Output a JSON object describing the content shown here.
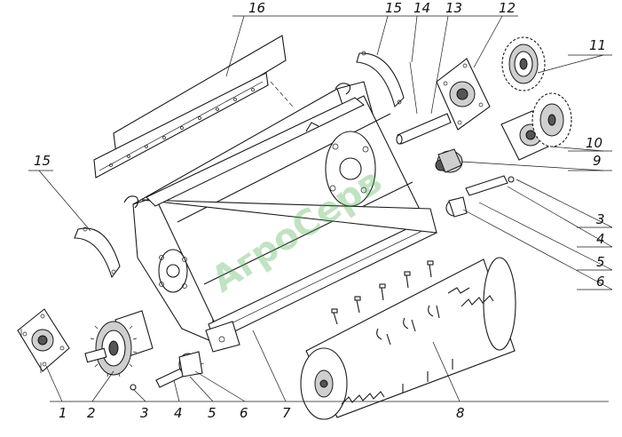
{
  "watermark": "АгроСерв",
  "callouts": [
    "1",
    "2",
    "3",
    "4",
    "5",
    "6",
    "7",
    "8",
    "9",
    "10",
    "11",
    "12",
    "13",
    "14",
    "15",
    "16",
    "3",
    "4",
    "5",
    "6",
    "15"
  ],
  "colors": {
    "line": "#1a1a1a",
    "watermark": "#4caf50",
    "background": "#ffffff"
  }
}
